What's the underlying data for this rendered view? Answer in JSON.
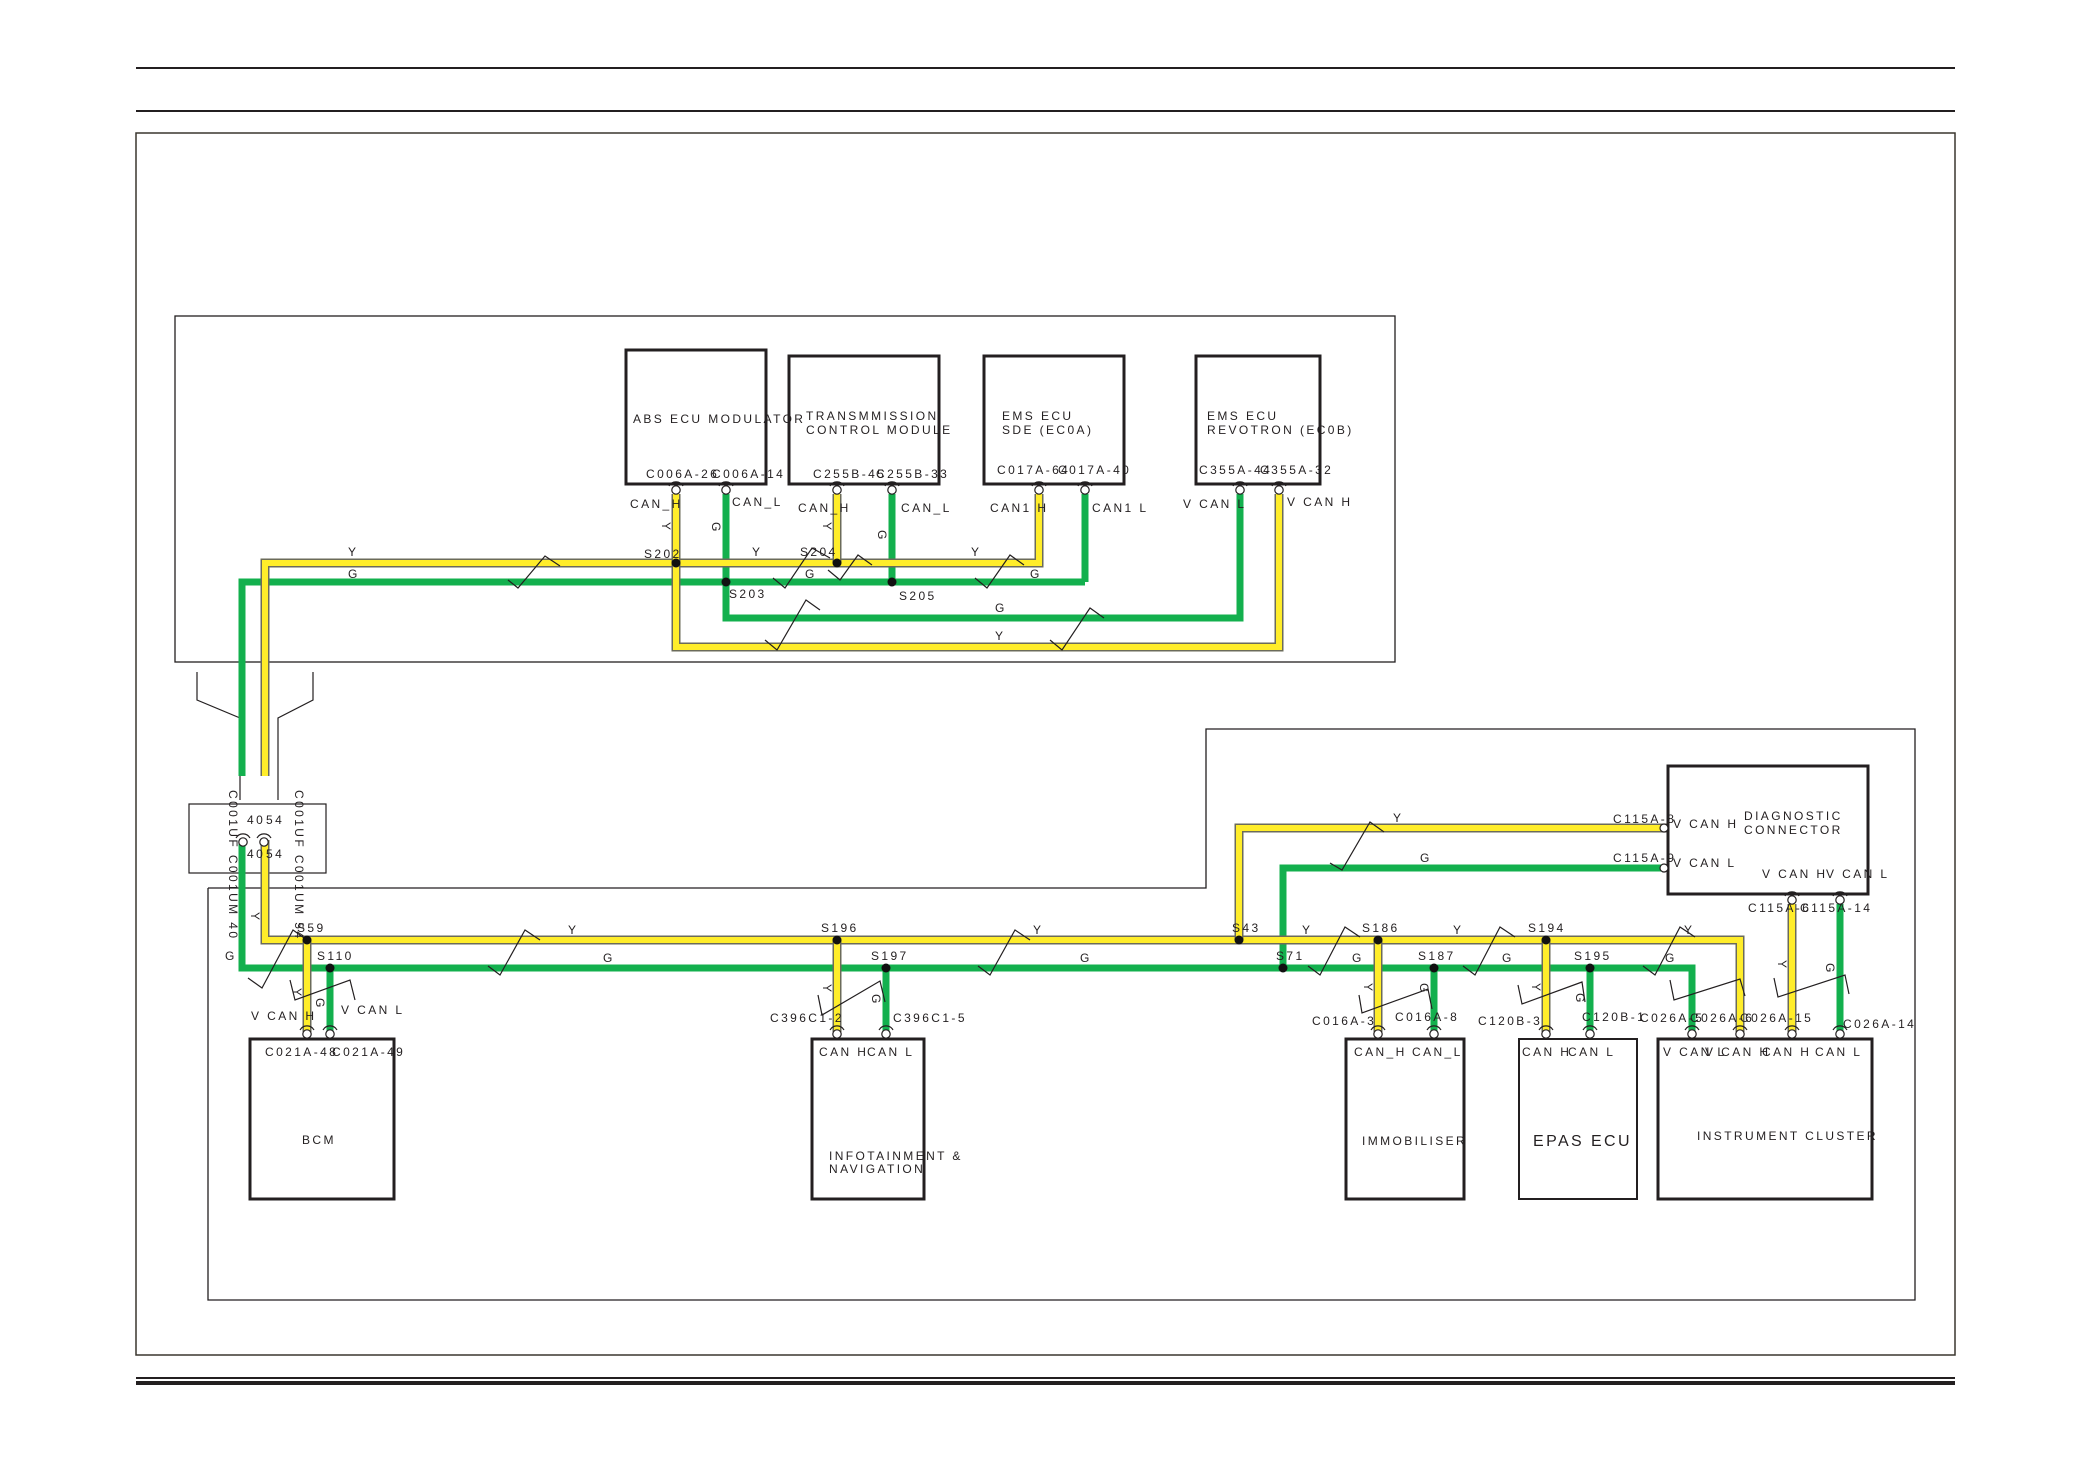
{
  "diagram": {
    "type": "CAN bus wiring diagram",
    "wire_colors": {
      "Y": {
        "label": "Y",
        "meaning": "yellow",
        "hex": "#ffed2a"
      },
      "G": {
        "label": "G",
        "meaning": "green",
        "hex": "#13b04e"
      }
    },
    "colors": {
      "yellow_wire": "#ffed2a",
      "green_wire": "#13b04e",
      "wire_outline": "#6b6b5a",
      "box_stroke": "#231f20",
      "splice": "#111111"
    },
    "modules": {
      "abs": {
        "name_lines": [
          "ABS ECU MODULATOR"
        ],
        "pin1": "C006A-26",
        "pin2": "C006A-14",
        "sig1": "CAN_H",
        "sig2": "CAN_L"
      },
      "tcm": {
        "name_lines": [
          "TRANSMMISSION",
          "CONTROL MODULE"
        ],
        "pin1": "C255B-45",
        "pin2": "C255B-33",
        "sig1": "CAN_H",
        "sig2": "CAN_L"
      },
      "ems_sde": {
        "name_lines": [
          "EMS ECU",
          "SDE (EC0A)"
        ],
        "pin1": "C017A-64",
        "pin2": "C017A-40",
        "sig1": "CAN1 H",
        "sig2": "CAN1 L"
      },
      "ems_rev": {
        "name_lines": [
          "EMS ECU",
          "REVOTRON (EC0B)"
        ],
        "pin1": "C355A-44",
        "pin2": "C355A-32",
        "sig1": "V CAN L",
        "sig2": "V CAN H"
      },
      "diag": {
        "name_lines": [
          "DIAGNOSTIC",
          "CONNECTOR"
        ],
        "pin_h_side": "C115A-8",
        "pin_l_side": "C115A-9",
        "sig_h_side": "V CAN H",
        "sig_l_side": "V CAN L",
        "pin_h_bottom": "C115A-6",
        "pin_l_bottom": "C115A-14",
        "sig_h_bottom": "V CAN H",
        "sig_l_bottom": "V CAN L"
      },
      "bcm": {
        "name_lines": [
          "BCM"
        ],
        "pin1": "C021A-48",
        "pin2": "C021A-49",
        "sig1": "V CAN H",
        "sig2": "V CAN L"
      },
      "infotainment": {
        "name_lines": [
          "INFOTAINMENT &",
          "NAVIGATION"
        ],
        "pin1": "C396C1-2",
        "pin2": "C396C1-5",
        "sig1": "CAN H",
        "sig2": "CAN L"
      },
      "immobiliser": {
        "name_lines": [
          "IMMOBILISER"
        ],
        "pin1": "C016A-3",
        "pin2": "C016A-8",
        "sig1": "CAN_H",
        "sig2": "CAN_L"
      },
      "epas": {
        "name_lines": [
          "EPAS ECU"
        ],
        "pin1": "C120B-3",
        "pin2": "C120B-1",
        "sig1": "CAN H",
        "sig2": "CAN L"
      },
      "cluster": {
        "name_lines": [
          "INSTRUMENT CLUSTER"
        ],
        "pin1": "C026A-5",
        "pin2": "C026A-6",
        "pin3": "C026A-15",
        "pin4": "C026A-14",
        "sig1": "V CAN L",
        "sig2": "V CAN H",
        "sig3": "CAN H",
        "sig4": "CAN L"
      }
    },
    "inline_connector": {
      "female": "C001UF",
      "male": "C001UM",
      "pin_green": "40",
      "pin_yellow": "54",
      "label_left": "C001UF C001UM 40",
      "label_right": "C001UF C001UM 54"
    },
    "splices": {
      "s202": "S202",
      "s203": "S203",
      "s204": "S204",
      "s205": "S205",
      "s59": "S59",
      "s110": "S110",
      "s196": "S196",
      "s197": "S197",
      "s43": "S43",
      "s71": "S71",
      "s186": "S186",
      "s187": "S187",
      "s194": "S194",
      "s195": "S195"
    }
  }
}
